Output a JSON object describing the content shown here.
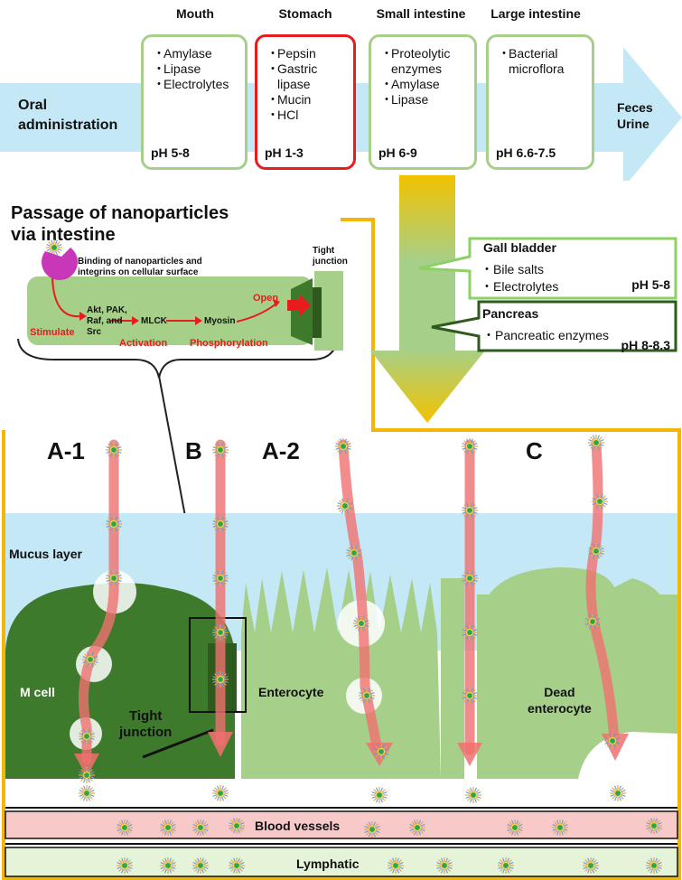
{
  "headers": [
    "Mouth",
    "Stomach",
    "Small intestine",
    "Large intestine"
  ],
  "organs": [
    {
      "items": [
        "Amylase",
        "Lipase",
        "Electrolytes"
      ],
      "ph": "pH 5-8"
    },
    {
      "items": [
        "Pepsin",
        "Gastric",
        "lipase",
        "Mucin",
        "HCl"
      ],
      "ph": "pH 1-3"
    },
    {
      "items": [
        "Proteolytic",
        "enzymes",
        "Amylase",
        "Lipase"
      ],
      "ph": "pH 6-9"
    },
    {
      "items": [
        "Bacterial",
        "microflora"
      ],
      "ph": "pH 6.6-7.5"
    }
  ],
  "bullet": "・",
  "oral": [
    "Oral",
    "administration"
  ],
  "exit": [
    "Feces",
    "Urine"
  ],
  "passage_title": [
    "Passage of nanoparticles",
    "via intestine"
  ],
  "gall": {
    "title": "Gall bladder",
    "items": [
      "Bile salts",
      "Electrolytes"
    ],
    "ph": "pH 5-8"
  },
  "pancreas": {
    "title": "Pancreas",
    "items": [
      "Pancreatic enzymes"
    ],
    "ph": "pH 8-8.3"
  },
  "inset": {
    "binding": [
      "Binding of nanoparticles and",
      "integrins on cellular surface"
    ],
    "tight": [
      "Tight",
      "junction"
    ],
    "akt": [
      "Akt, PAK,",
      "Raf, and",
      "Src"
    ],
    "mlck": "MLCK",
    "myosin": "Myosin",
    "open": "Open",
    "stimulate": "Stimulate",
    "activation": "Activation",
    "phosphorylation": "Phosphorylation"
  },
  "routes": {
    "a1": "A-1",
    "b": "B",
    "a2": "A-2",
    "c": "C"
  },
  "mucus": "Mucus layer",
  "mcell": "M cell",
  "tight_junction": [
    "Tight",
    "junction"
  ],
  "enterocyte": "Enterocyte",
  "dead": [
    "Dead",
    "enterocyte"
  ],
  "blood": "Blood vessels",
  "lymph": "Lymphatic",
  "colors": {
    "arrow": "#c5e8f6",
    "green_light": "#a6d08a",
    "green_dark": "#3e7a2c",
    "route_arrow": "#f28b8b",
    "stomach": "#e81c1c",
    "frame": "#f2b705",
    "mucus": "#c5e8f6"
  }
}
